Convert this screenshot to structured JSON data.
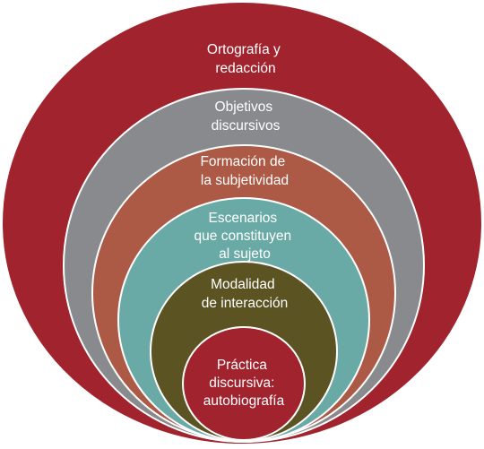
{
  "diagram": {
    "rings": [
      {
        "id": "ortografia",
        "lines": [
          "Ortografía y",
          "redacción"
        ],
        "color": "#a0232e"
      },
      {
        "id": "objetivos",
        "lines": [
          "Objetivos",
          "discursivos"
        ],
        "color": "#898a8e"
      },
      {
        "id": "formacion",
        "lines": [
          "Formación de",
          "la subjetividad"
        ],
        "color": "#ac5a46"
      },
      {
        "id": "escenarios",
        "lines": [
          "Escenarios",
          "que constituyen",
          "al sujeto"
        ],
        "color": "#6aaaa6"
      },
      {
        "id": "modalidad",
        "lines": [
          "Modalidad",
          "de interacción"
        ],
        "color": "#5c5322"
      },
      {
        "id": "practica",
        "lines": [
          "Práctica",
          "discursiva:",
          "autobiografía"
        ],
        "color": "#a0232e"
      }
    ]
  }
}
